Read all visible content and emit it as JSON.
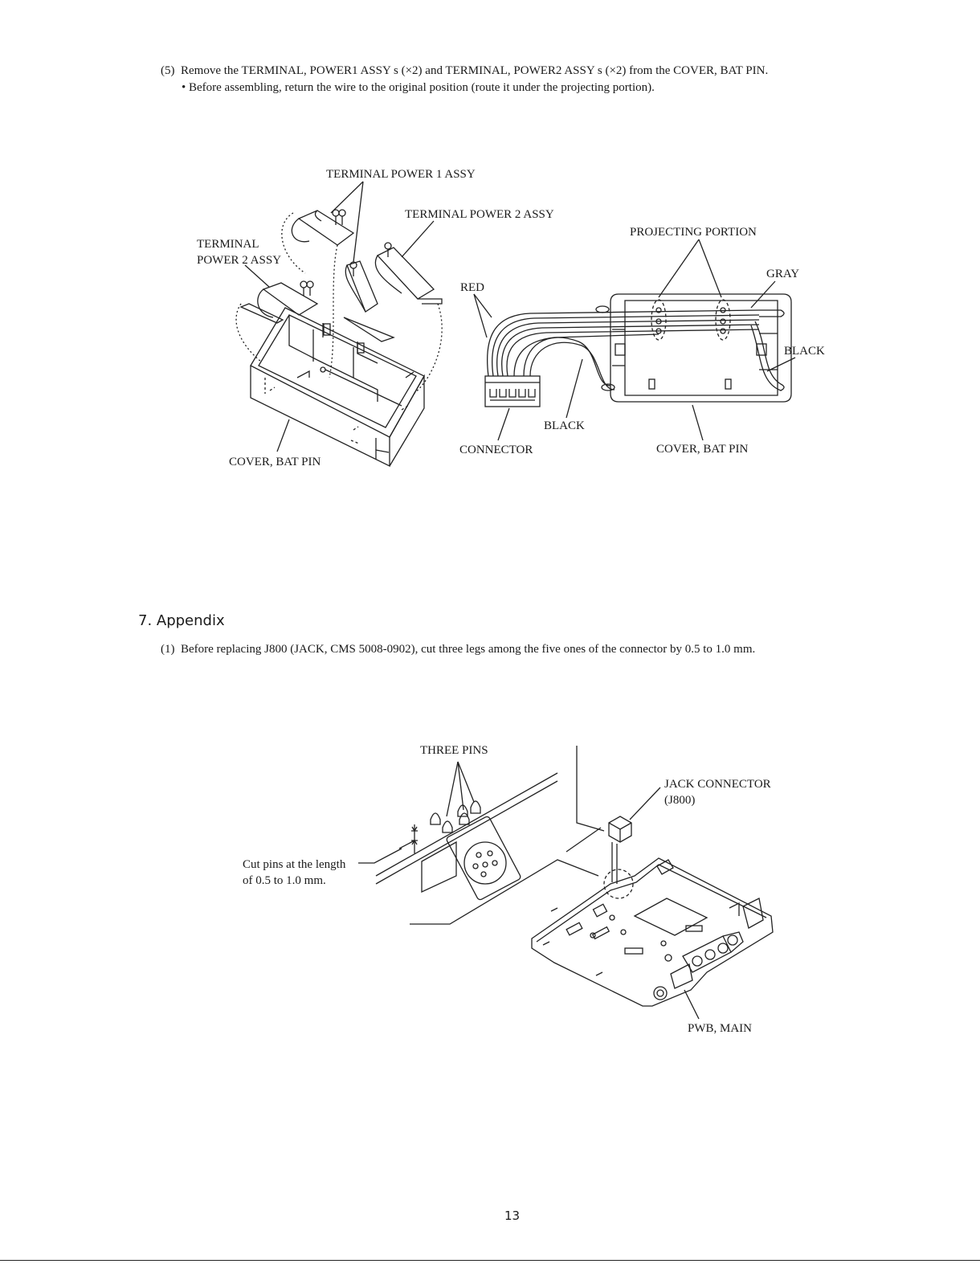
{
  "step5": {
    "number": "(5)",
    "text": "Remove the TERMINAL, POWER1 ASSY s (×2) and TERMINAL, POWER2 ASSY s (×2) from the COVER, BAT PIN.",
    "note": "• Before assembling, return the wire to the original position (route it under the projecting portion)."
  },
  "figure1": {
    "labels": {
      "terminal_power1": "TERMINAL POWER 1 ASSY",
      "terminal_power2_top": "TERMINAL POWER 2 ASSY",
      "terminal_power2_left_line1": "TERMINAL",
      "terminal_power2_left_line2": "POWER 2 ASSY",
      "projecting_portion": "PROJECTING PORTION",
      "red": "RED",
      "gray": "GRAY",
      "black_right": "BLACK",
      "black_bottom": "BLACK",
      "connector": "CONNECTOR",
      "cover_bat_pin_left": "COVER, BAT PIN",
      "cover_bat_pin_right": "COVER, BAT PIN"
    }
  },
  "appendix": {
    "heading": "7. Appendix",
    "step1_number": "(1)",
    "step1_text": "Before replacing J800 (JACK, CMS 5008-0902), cut three legs among the five ones of the connector by 0.5 to 1.0 mm."
  },
  "figure2": {
    "labels": {
      "three_pins": "THREE PINS",
      "jack_connector_line1": "JACK CONNECTOR",
      "jack_connector_line2": "(J800)",
      "cut_line1": "Cut pins at the length",
      "cut_line2": "of 0.5 to 1.0 mm.",
      "pwb_main": "PWB, MAIN"
    }
  },
  "page_number": "13"
}
